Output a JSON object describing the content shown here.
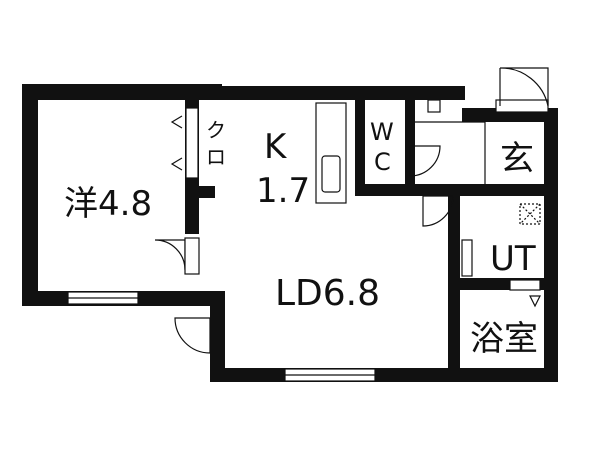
{
  "rooms": {
    "western_room": "洋4.8",
    "kitchen_letter": "K",
    "kitchen_size": "1.7",
    "wc_w": "W",
    "wc_c": "C",
    "closet_ku": "ク",
    "closet_ro": "ロ",
    "entrance": "玄",
    "living_dining": "LD6.8",
    "utility": "UT",
    "bathroom": "浴室"
  },
  "colors": {
    "wall": "#111111",
    "background": "#ffffff"
  }
}
